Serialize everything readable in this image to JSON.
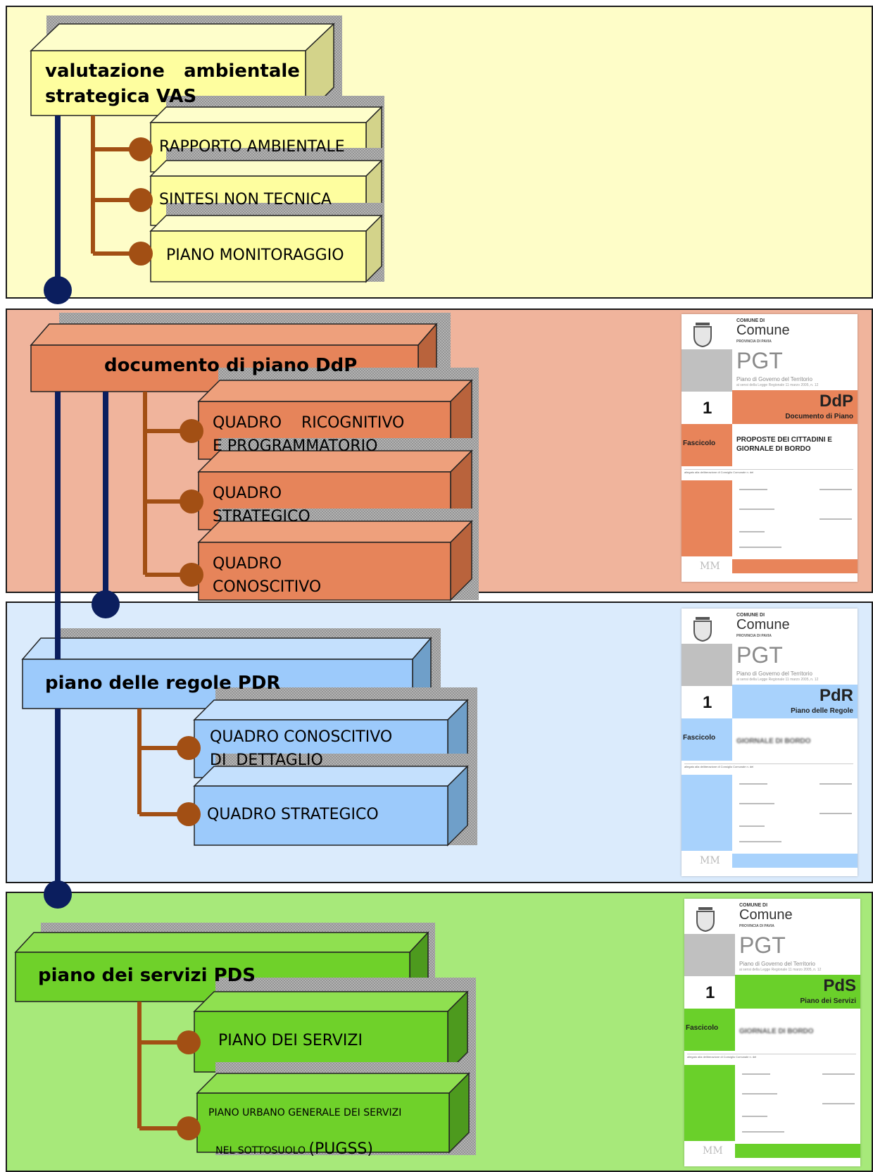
{
  "colors": {
    "vas_band": "#fefdc8",
    "ddp_band": "#f0b49c",
    "pdr_band": "#dbebfc",
    "pds_band": "#a7e97a",
    "navy_connector": "#0b1e5e",
    "brown_connector": "#a24f14",
    "vas_box": "#fefe9f",
    "ddp_box": "#e6845a",
    "pdr_box": "#9ccafb",
    "pds_box": "#6fd12a"
  },
  "sections": {
    "vas": {
      "title": "valutazione ambientale strategica VAS",
      "title_line1": "valutazione   ambientale",
      "title_line2": "strategica VAS",
      "children": [
        "RAPPORTO AMBIENTALE",
        "SINTESI NON TECNICA",
        "PIANO MONITORAGGIO"
      ]
    },
    "ddp": {
      "title": "documento di piano DdP",
      "children": [
        {
          "line1": "QUADRO    RICOGNITIVO",
          "line2": "E PROGRAMMATORIO"
        },
        {
          "line1": "QUADRO",
          "line2": "STRATEGICO"
        },
        {
          "line1": "QUADRO",
          "line2": "CONOSCITIVO"
        }
      ]
    },
    "pdr": {
      "title": "piano delle regole PDR",
      "children": [
        {
          "line1": "QUADRO CONOSCITIVO",
          "line2": "DI  DETTAGLIO"
        },
        {
          "line1": "QUADRO STRATEGICO",
          "line2": ""
        }
      ]
    },
    "pds": {
      "title": "piano dei servizi PDS",
      "children": [
        {
          "line1": "PIANO DEI SERVIZI"
        },
        {
          "line1": "PIANO URBANO GENERALE DEI SERVIZI",
          "line2a": "NEL SOTTOSUOLO ",
          "line2b": "(PUGSS)"
        }
      ]
    }
  },
  "covers": {
    "common": {
      "comune_small": "COMUNE DI",
      "comune": "Comune",
      "comune_sub": "PROVINCIA DI PAVIA",
      "pgt": "PGT",
      "pgt_sub": "Piano di Governo del Territorio",
      "pgt_sub2": "ai sensi della Legge Regionale 11 marzo 2005, n. 12",
      "number": "1",
      "fascicolo": "Fascicolo",
      "allegato": "allegato alla deliberazione di Consiglio Comunale n.      del",
      "logo": "MM"
    },
    "ddp": {
      "abbr": "DdP",
      "full": "Documento di Piano",
      "title_line1": "PROPOSTE DEI CITTADINI E",
      "title_line2": "GIORNALE DI BORDO",
      "accent": "#e8845a"
    },
    "pdr": {
      "abbr": "PdR",
      "full": "Piano delle Regole",
      "title_line1": "GIORNALE DI BORDO",
      "accent": "#a8d2fc"
    },
    "pds": {
      "abbr": "PdS",
      "full": "Piano dei Servizi",
      "title_line1": "GIORNALE DI BORDO",
      "accent": "#6ad02a"
    }
  }
}
